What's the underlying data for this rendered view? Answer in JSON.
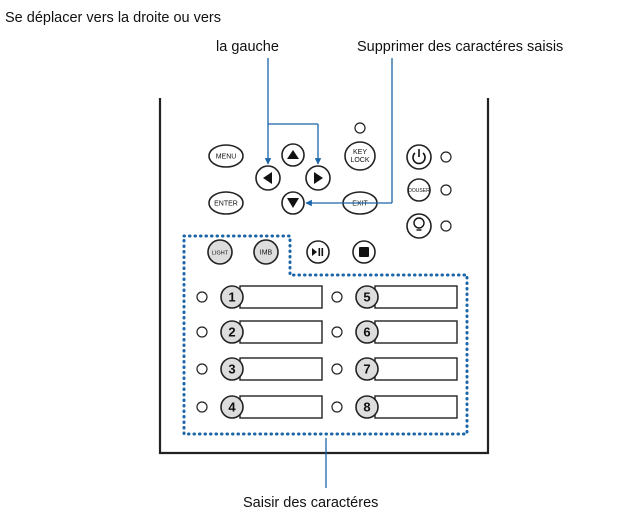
{
  "annotations": {
    "move_left_right_line1": "Se déplacer vers la droite ou vers",
    "move_left_right_line2": "la gauche",
    "delete_chars": "Supprimer des caractéres saisis",
    "enter_chars": "Saisir des caractéres"
  },
  "buttons": {
    "menu": "MENU",
    "enter": "ENTER",
    "key_lock_line1": "KEY",
    "key_lock_line2": "LOCK",
    "exit": "EXIT",
    "douser": "DOUSER",
    "light": "LIGHT",
    "imb": "IMB"
  },
  "presets": {
    "left": [
      "1",
      "2",
      "3",
      "4"
    ],
    "right": [
      "5",
      "6",
      "7",
      "8"
    ]
  },
  "colors": {
    "callout": "#1a64a8",
    "dotted_region": "#1a64a8",
    "remote_outline": "#222222"
  }
}
